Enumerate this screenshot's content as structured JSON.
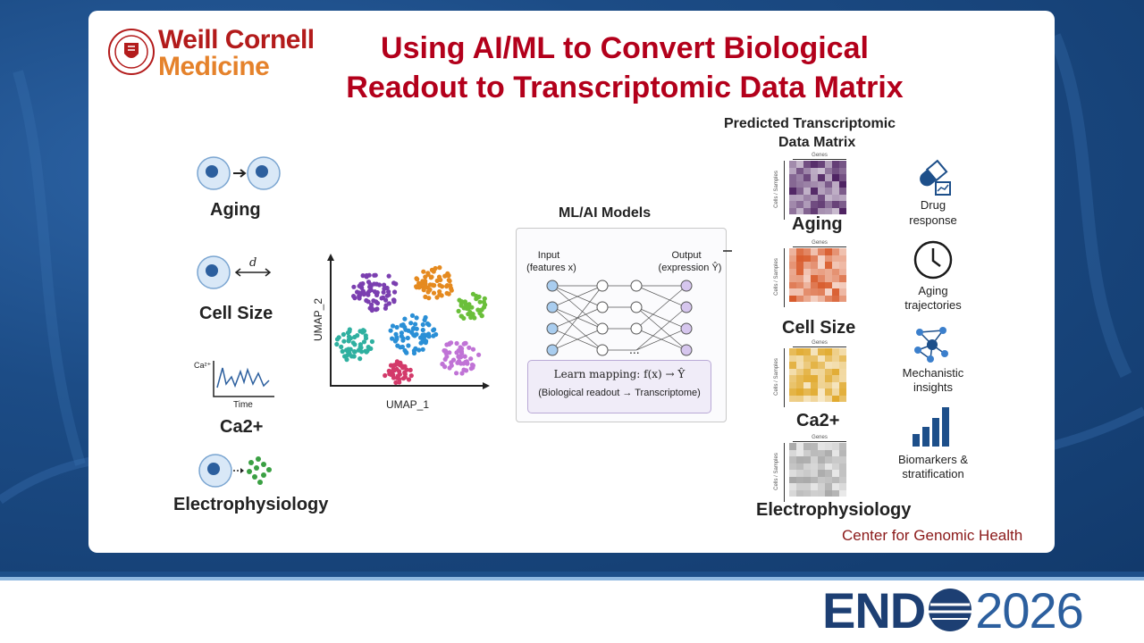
{
  "title": "Using AI/ML to Convert Biological Readout to Transcriptomic Data Matrix",
  "institution": {
    "line1": "Weill Cornell",
    "line2": "Medicine"
  },
  "readouts": [
    "Aging",
    "Cell Size",
    "Ca2+",
    "Electrophysiology"
  ],
  "cell_size_symbol": "d",
  "ca_plot": {
    "ylabel": "Ca²⁺",
    "xlabel": "Time"
  },
  "umap": {
    "xlabel": "UMAP_1",
    "ylabel": "UMAP_2"
  },
  "ml_panel": {
    "title": "ML/AI Models",
    "input_label": "Input",
    "input_sub": "(features x)",
    "output_label": "Output",
    "output_sub": "(expression Ŷ)",
    "ellipsis": "...",
    "mapping_line1": "Learn mapping:  f(x) → Ŷ",
    "mapping_line2": "(Biological readout → Transcriptome)"
  },
  "predicted": {
    "title_line1": "Predicted Transcriptomic",
    "title_line2": "Data Matrix",
    "axis_genes": "Genes",
    "axis_cells": "Cells / Samples",
    "matrices": [
      "Aging",
      "Cell Size",
      "Ca2+",
      "Electrophysiology"
    ],
    "matrix_colors": [
      "#4a1d5e",
      "#d85a2a",
      "#e0a82a",
      "#a8a8a8"
    ]
  },
  "applications": [
    {
      "icon": "pill-icon",
      "line1": "Drug",
      "line2": "response"
    },
    {
      "icon": "clock-icon",
      "line1": "Aging",
      "line2": "trajectories"
    },
    {
      "icon": "network-icon",
      "line1": "Mechanistic",
      "line2": "insights"
    },
    {
      "icon": "bar-chart-icon",
      "line1": "Biomarkers &",
      "line2": "stratification"
    }
  ],
  "footer_credit": "Center for Genomic Health",
  "event": {
    "name": "END",
    "year": "2026"
  },
  "colors": {
    "title": "#b3001b",
    "brand_red": "#b31b1b",
    "brand_orange": "#e5822b",
    "endo_navy": "#1d3f73"
  }
}
